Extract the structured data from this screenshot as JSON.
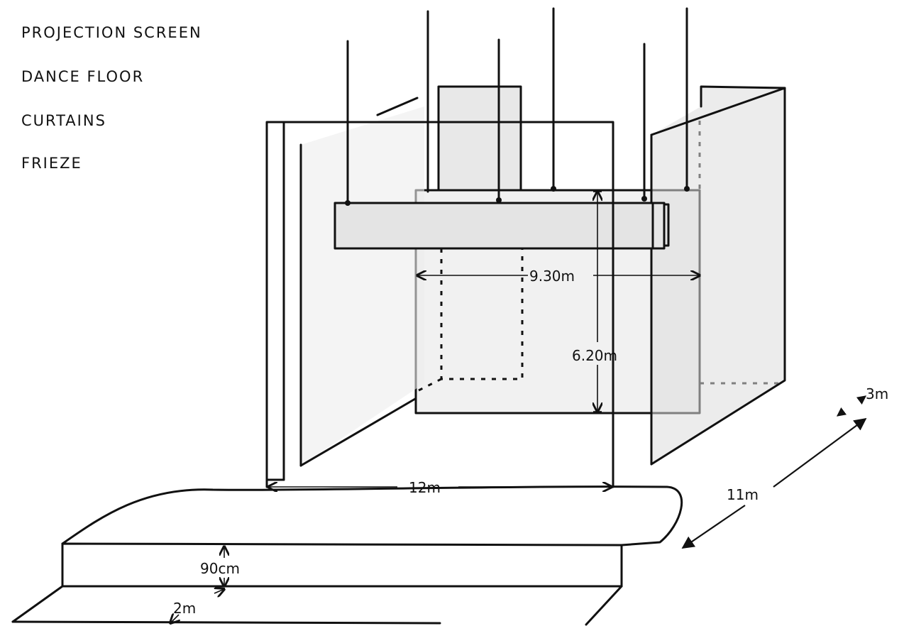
{
  "legend": {
    "projection_screen": "PROJECTION SCREEN",
    "dance_floor": "DANCE FLOOR",
    "curtains": "CURTAINS",
    "frieze": "FRIEZE"
  },
  "dimensions": {
    "screen_width": "9.30m",
    "screen_height": "6.20m",
    "stage_width": "12m",
    "depth_long": "11m",
    "depth_short": "3m",
    "platform_height": "90cm",
    "step_depth": "2m"
  },
  "colors": {
    "ink": "#111111",
    "shade": "#d6d6d6",
    "paper": "#ffffff"
  }
}
